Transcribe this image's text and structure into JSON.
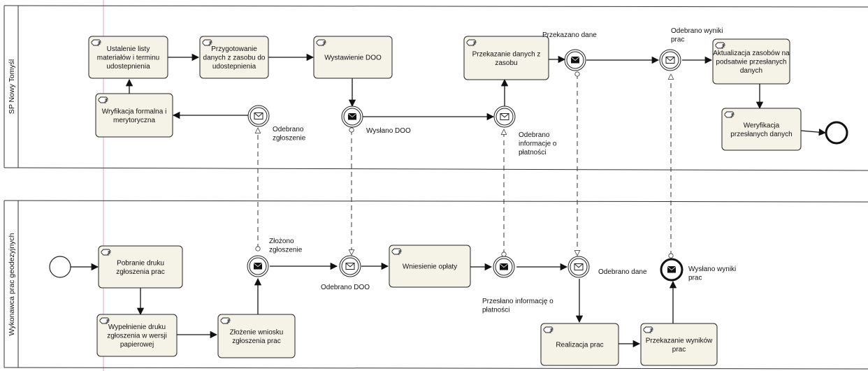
{
  "lanes": {
    "top": "SP Nowy Tomyśl",
    "bottom": "Wykonawca prac geodezyjnych"
  },
  "tasks": [
    {
      "id": "t1",
      "lines": [
        "Ustalenie listy",
        "materiałów i terminu",
        "udostepnienia"
      ]
    },
    {
      "id": "t2",
      "lines": [
        "Przygotowanie",
        "danych z zasobu do",
        "udostepnienia"
      ]
    },
    {
      "id": "t3",
      "lines": [
        "Wystawienie DOO"
      ]
    },
    {
      "id": "t4",
      "lines": [
        "Przekazanie danych z",
        "zasobu"
      ]
    },
    {
      "id": "t5",
      "lines": [
        "Aktualizacja zasobów na",
        "podsatwie przesłanych",
        "danych"
      ]
    },
    {
      "id": "t6",
      "lines": [
        "Wryfikacja formalna i",
        "merytoryczna"
      ]
    },
    {
      "id": "t7",
      "lines": [
        "Weryfikacja",
        "przesłanych danych"
      ]
    },
    {
      "id": "t8",
      "lines": [
        "Pobranie druku",
        "zgłoszenia prac"
      ]
    },
    {
      "id": "t9",
      "lines": [
        "Wypełnienie druku",
        "zgłoszenia w wersji",
        "papierowej"
      ]
    },
    {
      "id": "t10",
      "lines": [
        "Złożenie wniosku",
        "zgłoszenia prac"
      ]
    },
    {
      "id": "t11",
      "lines": [
        "Wniesienie opłaty"
      ]
    },
    {
      "id": "t12",
      "lines": [
        "Realizacja prac"
      ]
    },
    {
      "id": "t13",
      "lines": [
        "Przekazanie wyników",
        "prac"
      ]
    }
  ],
  "event_labels": [
    {
      "id": "l1",
      "lines": [
        "Odebrano",
        "zgłoszenie"
      ]
    },
    {
      "id": "l2",
      "lines": [
        "Wysłano DOO"
      ]
    },
    {
      "id": "l3",
      "lines": [
        "Odebrano",
        "informacje o",
        "płatności"
      ]
    },
    {
      "id": "l4",
      "lines": [
        "Przekazano dane"
      ]
    },
    {
      "id": "l5",
      "lines": [
        "Odebrano wyniki",
        "prac"
      ]
    },
    {
      "id": "l6",
      "lines": [
        "Złożono",
        "zgłoszenie"
      ]
    },
    {
      "id": "l7",
      "lines": [
        "Odebrano DOO"
      ]
    },
    {
      "id": "l8",
      "lines": [
        "Przesłano informację o",
        "płatności"
      ]
    },
    {
      "id": "l9",
      "lines": [
        "Odebrano dane"
      ]
    },
    {
      "id": "l10",
      "lines": [
        "Wysłano wyniki",
        "prac"
      ]
    }
  ],
  "colors": {
    "task_fill": "#f5f2e8",
    "stroke": "#222222",
    "margin_line": "#e4a0c8"
  }
}
